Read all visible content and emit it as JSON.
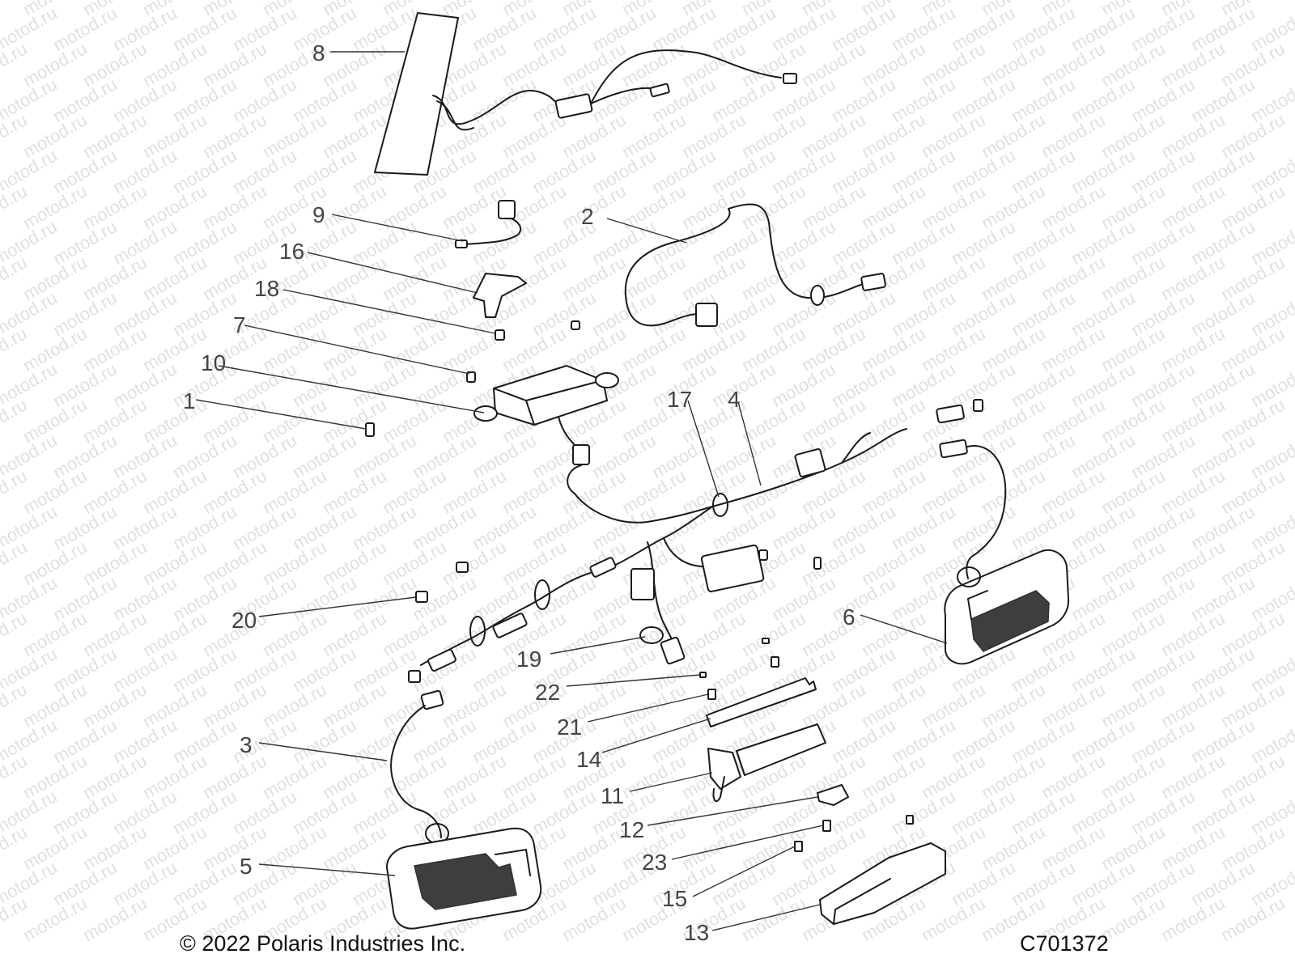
{
  "watermark": "motod.ru",
  "copyright": "© 2022 Polaris Industries Inc.",
  "figure_code": "C701372",
  "callouts": {
    "c1": "1",
    "c2": "2",
    "c3": "3",
    "c4": "4",
    "c5": "5",
    "c6": "6",
    "c7": "7",
    "c8": "8",
    "c9": "9",
    "c10": "10",
    "c11": "11",
    "c12": "12",
    "c13": "13",
    "c14": "14",
    "c15": "15",
    "c16": "16",
    "c17": "17",
    "c18": "18",
    "c19": "19",
    "c20": "20",
    "c21": "21",
    "c22": "22",
    "c23": "23"
  },
  "colors": {
    "line": "#1a1a1a",
    "label": "#444444",
    "watermark": "#c8c8c8",
    "background": "#ffffff"
  }
}
